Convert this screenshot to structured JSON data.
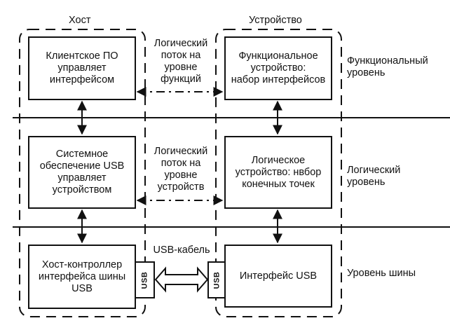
{
  "regions": {
    "host": {
      "title": "Хост"
    },
    "device": {
      "title": "Устройство"
    }
  },
  "levels": [
    {
      "id": "function",
      "label": "Функциональный\nуровень"
    },
    {
      "id": "logical",
      "label": "Логический\nуровень"
    },
    {
      "id": "bus",
      "label": "Уровень шины"
    }
  ],
  "host_boxes": [
    {
      "text": "Клиентское ПО\nуправляет\nинтерфейсом"
    },
    {
      "text": "Системное\nобеспечение USB\nуправляет\nустройством"
    },
    {
      "text": "Хост-контроллер\nинтерфейса шины\nUSB"
    }
  ],
  "device_boxes": [
    {
      "text": "Функциональное\nустройство:\nнабор интерфейсов"
    },
    {
      "text": "Логическое\nустройство: нвбор\nконечных точек"
    },
    {
      "text": "Интерфейс USB"
    }
  ],
  "flows": [
    {
      "text": "Логический\nпоток на\nуровне\nфункций"
    },
    {
      "text": "Логический\nпоток на\nуровне\nустройств"
    },
    {
      "text": "USB-кабель"
    }
  ],
  "usb_tabs": {
    "host": "USB",
    "device": "USB"
  }
}
